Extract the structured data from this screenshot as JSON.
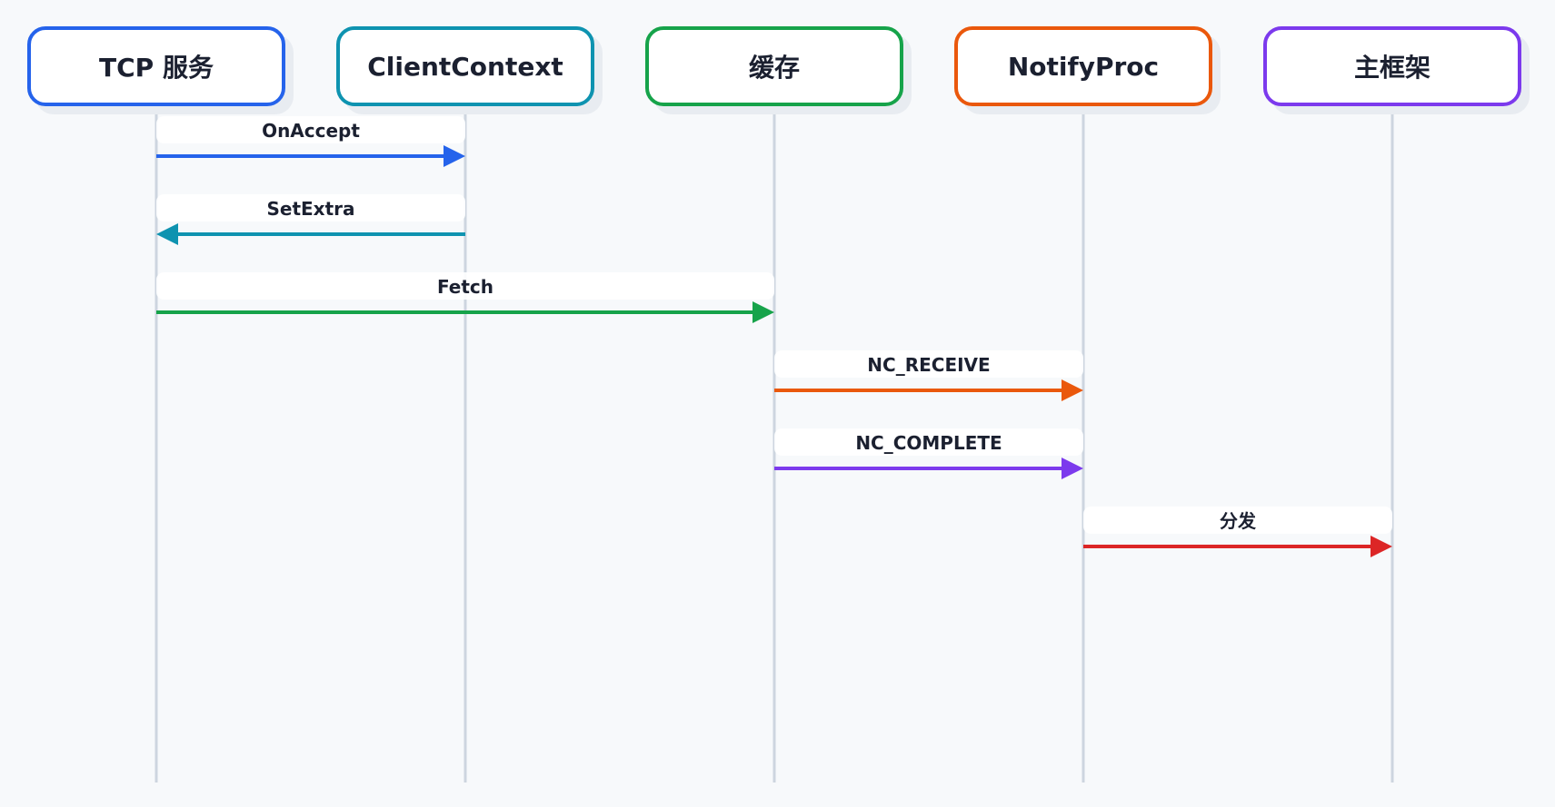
{
  "actors": [
    {
      "id": "tcp",
      "label": "TCP 服务",
      "color": "#2563eb"
    },
    {
      "id": "ctx",
      "label": "ClientContext",
      "color": "#0e93b0"
    },
    {
      "id": "cache",
      "label": "缓存",
      "color": "#16a34a"
    },
    {
      "id": "notify",
      "label": "NotifyProc",
      "color": "#ea580c"
    },
    {
      "id": "main",
      "label": "主框架",
      "color": "#7c3aed"
    }
  ],
  "messages": [
    {
      "from": 0,
      "to": 1,
      "label": "OnAccept",
      "color": "#2563eb"
    },
    {
      "from": 1,
      "to": 0,
      "label": "SetExtra",
      "color": "#0e93b0"
    },
    {
      "from": 0,
      "to": 2,
      "label": "Fetch",
      "color": "#16a34a"
    },
    {
      "from": 2,
      "to": 3,
      "label": "NC_RECEIVE",
      "color": "#ea580c"
    },
    {
      "from": 2,
      "to": 3,
      "label": "NC_COMPLETE",
      "color": "#7c3aed"
    },
    {
      "from": 3,
      "to": 4,
      "label": "分发",
      "color": "#dc2626"
    }
  ],
  "colors": {
    "lifeline": "#cdd5df",
    "background": "#f7f9fb",
    "label_bg": "#ffffff"
  }
}
